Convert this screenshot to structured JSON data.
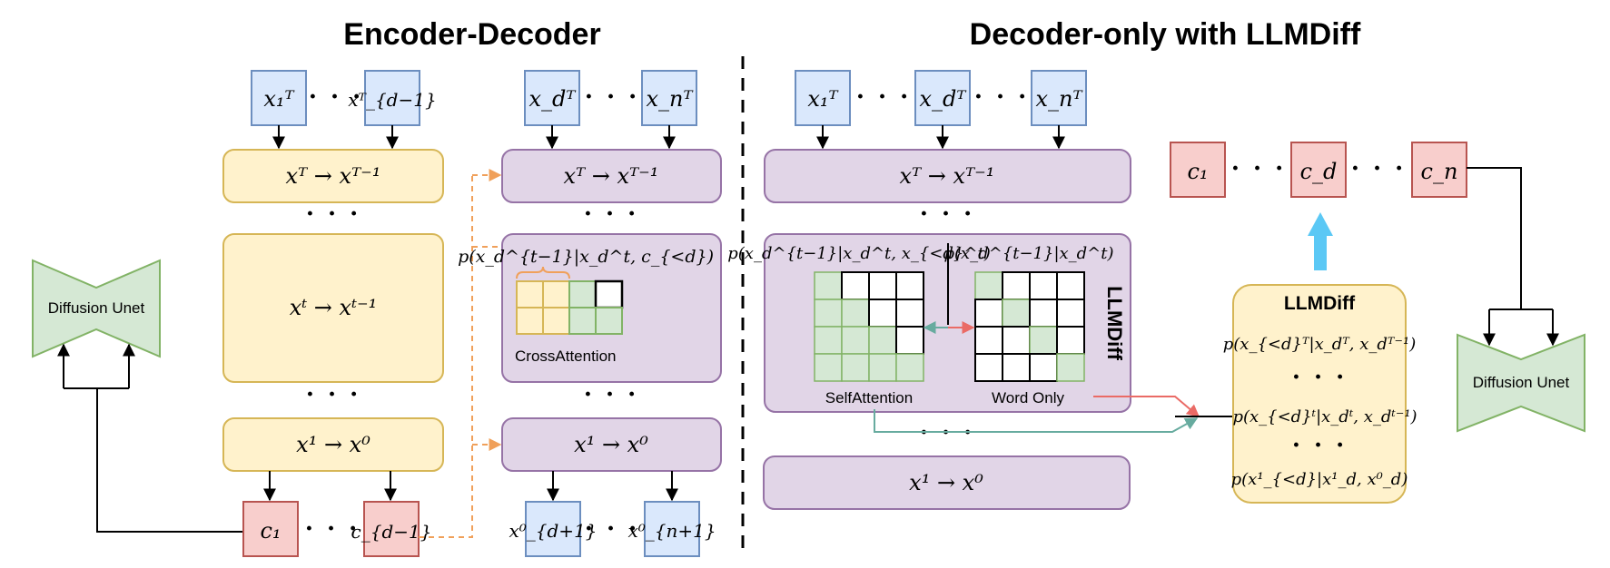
{
  "titles": {
    "left": "Encoder-Decoder",
    "right": "Decoder-only with LLMDiff"
  },
  "labels": {
    "diffusion_unet": "Diffusion Unet",
    "cross_attention": "CrossAttention",
    "self_attention": "SelfAttention",
    "word_only": "Word Only",
    "llmdiff_vertical": "LLMDiff",
    "llmdiff_box_title": "LLMDiff",
    "ellipsis": "· · ·"
  },
  "math": {
    "x1T": "x₁ᵀ",
    "xdm1T": "xᵀ_{d−1}",
    "xdT": "x_dᵀ",
    "xnT": "x_nᵀ",
    "step_T": "xᵀ → xᵀ⁻¹",
    "step_t": "xᵗ → xᵗ⁻¹",
    "step_1": "x¹ → x⁰",
    "c1": "c₁",
    "cdm1": "c_{d−1}",
    "cd": "c_d",
    "cn": "c_n",
    "xd1_0": "x⁰_{d+1}",
    "xn1_0": "x⁰_{n+1}",
    "p_cross": "p(x_d^{t−1}|x_d^t, c_{<d})",
    "p_self": "p(x_d^{t−1}|x_d^t, x_{<d}^t)",
    "p_word": "p(x_d^{t−1}|x_d^t)",
    "p_llm1": "p(x_{<d}ᵀ|x_dᵀ, x_dᵀ⁻¹)",
    "p_llm2": "p(x_{<d}ᵗ|x_dᵗ, x_dᵗ⁻¹)",
    "p_llm3": "p(x¹_{<d}|x¹_d, x⁰_d)"
  },
  "colors": {
    "blue": "#dae8fc",
    "yellow": "#fff2cc",
    "purple": "#e1d5e7",
    "red": "#f8cecc",
    "green": "#d5e8d4",
    "orange_arrow": "#f0a05a",
    "teal_arrow": "#67ab9f",
    "red_arrow": "#ea6b66",
    "cyan_arrow": "#4fc3f7"
  }
}
